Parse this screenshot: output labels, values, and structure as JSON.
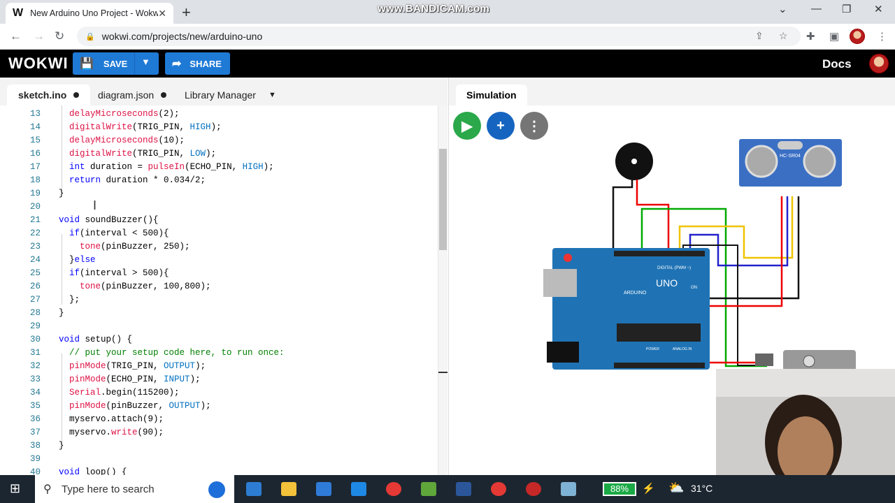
{
  "browser": {
    "tab_title": "New Arduino Uno Project - Wokwi",
    "url": "wokwi.com/projects/new/arduino-uno",
    "watermark": "www.BANDICAM.com"
  },
  "app": {
    "logo": "WOKWI",
    "save_label": "SAVE",
    "share_label": "SHARE",
    "docs_label": "Docs"
  },
  "editor": {
    "tabs": [
      "sketch.ino",
      "diagram.json",
      "Library Manager"
    ],
    "lines": [
      {
        "n": "13",
        "t": "  delayMicroseconds(2);"
      },
      {
        "n": "14",
        "t": "  digitalWrite(TRIG_PIN, HIGH);"
      },
      {
        "n": "15",
        "t": "  delayMicroseconds(10);"
      },
      {
        "n": "16",
        "t": "  digitalWrite(TRIG_PIN, LOW);"
      },
      {
        "n": "17",
        "t": "  int duration = pulseIn(ECHO_PIN, HIGH);"
      },
      {
        "n": "18",
        "t": "  return duration * 0.034/2;"
      },
      {
        "n": "19",
        "t": "}"
      },
      {
        "n": "20",
        "t": ""
      },
      {
        "n": "21",
        "t": "void soundBuzzer(){"
      },
      {
        "n": "22",
        "t": "  if(interval < 500){"
      },
      {
        "n": "23",
        "t": "    tone(pinBuzzer, 250);"
      },
      {
        "n": "24",
        "t": "  }else"
      },
      {
        "n": "25",
        "t": "  if(interval > 500){"
      },
      {
        "n": "26",
        "t": "    tone(pinBuzzer, 100,800);"
      },
      {
        "n": "27",
        "t": "  };"
      },
      {
        "n": "28",
        "t": "}"
      },
      {
        "n": "29",
        "t": ""
      },
      {
        "n": "30",
        "t": "void setup() {"
      },
      {
        "n": "31",
        "t": "  // put your setup code here, to run once:"
      },
      {
        "n": "32",
        "t": "  pinMode(TRIG_PIN, OUTPUT);"
      },
      {
        "n": "33",
        "t": "  pinMode(ECHO_PIN, INPUT);"
      },
      {
        "n": "34",
        "t": "  Serial.begin(115200);"
      },
      {
        "n": "35",
        "t": "  pinMode(pinBuzzer, OUTPUT);"
      },
      {
        "n": "36",
        "t": "  myservo.attach(9);"
      },
      {
        "n": "37",
        "t": "  myservo.write(90);"
      },
      {
        "n": "38",
        "t": "}"
      },
      {
        "n": "39",
        "t": ""
      },
      {
        "n": "40",
        "t": "void loop() {"
      }
    ]
  },
  "simulation": {
    "tab_label": "Simulation",
    "board_uno": "UNO",
    "board_brand": "ARDUINO",
    "sensor_label": "HC-SR04",
    "digital_label": "DIGITAL (PWM ~)",
    "power_label": "POWER",
    "analog_label": "ANALOG IN",
    "on_label": "ON"
  },
  "taskbar": {
    "search_placeholder": "Type here to search",
    "battery": "88%",
    "temperature": "31°C"
  }
}
